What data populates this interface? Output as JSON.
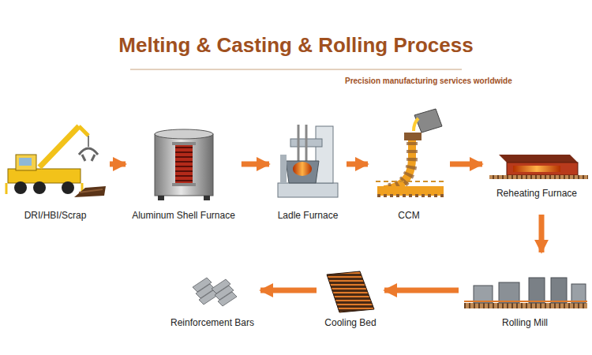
{
  "diagram": {
    "title": "Melting & Casting & Rolling Process",
    "nodes": [
      {
        "text": [
          "DRI/HBI/Scrap"
        ]
      },
      {
        "text": [
          "Aluminum Shell Furnace"
        ]
      },
      {
        "text": [
          "Ladle Furnace"
        ]
      },
      {
        "text": [
          "CCM"
        ]
      },
      {
        "text": [
          "Reheating Furnace"
        ]
      },
      {
        "text": [
          "Rolling Mill"
        ]
      },
      {
        "text": [
          "Cooling Bed"
        ]
      },
      {
        "text": [
          "Reinforcement Bars"
        ]
      }
    ],
    "edges": [
      {
        "from": 0,
        "to": 1,
        "arrow": "to"
      },
      {
        "from": 1,
        "to": 2,
        "arrow": "to"
      },
      {
        "from": 2,
        "to": 3,
        "arrow": "to"
      },
      {
        "from": 3,
        "to": 4,
        "arrow": "to"
      },
      {
        "from": 4,
        "to": 5,
        "arrow": "to"
      },
      {
        "from": 5,
        "to": 6,
        "arrow": "to"
      },
      {
        "from": 6,
        "to": 7,
        "arrow": "to"
      }
    ],
    "labels": [
      "Precision manufacturing services worldwide"
    ]
  }
}
